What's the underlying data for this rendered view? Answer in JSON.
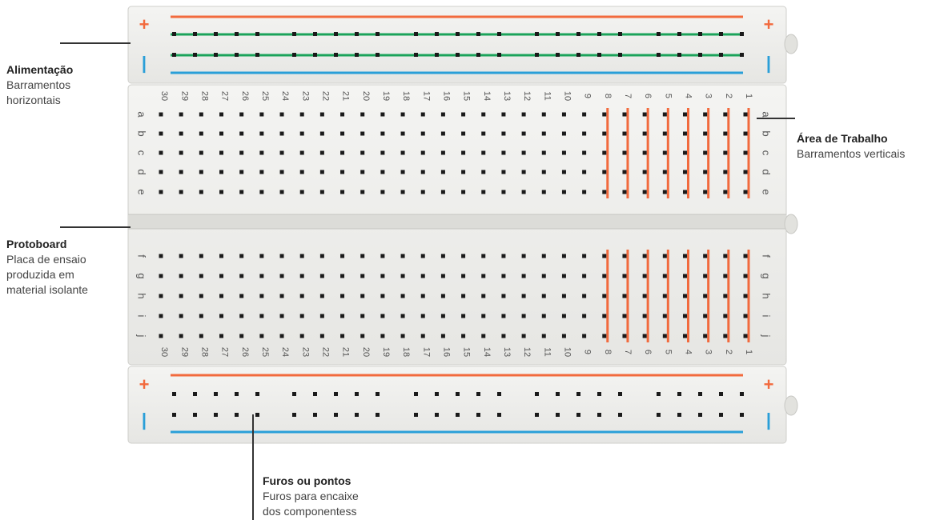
{
  "board": {
    "column_numbers": [
      "1",
      "2",
      "3",
      "4",
      "5",
      "6",
      "7",
      "8",
      "9",
      "10",
      "11",
      "12",
      "13",
      "14",
      "15",
      "16",
      "17",
      "18",
      "19",
      "20",
      "21",
      "22",
      "23",
      "24",
      "25",
      "26",
      "27",
      "28",
      "29",
      "30"
    ],
    "rows_top": [
      "a",
      "b",
      "c",
      "d",
      "e"
    ],
    "rows_bottom": [
      "f",
      "g",
      "h",
      "i",
      "j"
    ],
    "plus_sign": "+",
    "minus_sign": "-",
    "colors": {
      "board": "#ececea",
      "board_edge": "#cfcfcb",
      "hole": "#1a1a1a",
      "positive_rail": "#f26a3d",
      "negative_rail": "#2a9fd8",
      "green_rail": "#1ba35a",
      "vertical_bus": "#f26a3d"
    }
  },
  "callouts": {
    "power": {
      "title": "Alimentação",
      "line1": "Barramentos",
      "line2": "horizontais"
    },
    "work_area": {
      "title": "Área de Trabalho",
      "line1": "Barramentos verticais"
    },
    "protoboard": {
      "title": "Protoboard",
      "line1": "Placa de ensaio",
      "line2": "produzida em",
      "line3": "material isolante"
    },
    "holes": {
      "title": "Furos ou pontos",
      "line1": "Furos para encaixe",
      "line2": "dos componentess"
    }
  }
}
